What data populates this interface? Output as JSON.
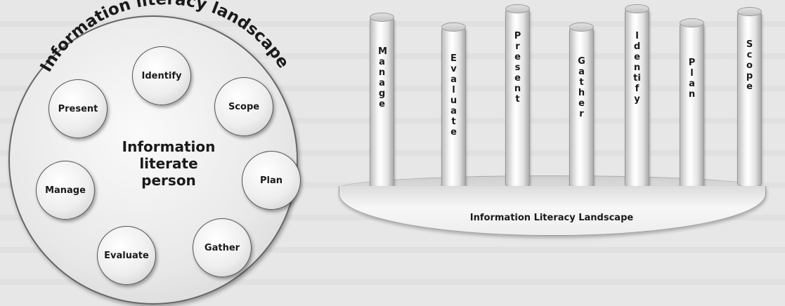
{
  "left_diagram": {
    "arc_title": "Information literacy landscape",
    "center_text": [
      "Information",
      "literate",
      "person"
    ],
    "stages": [
      "Identify",
      "Scope",
      "Plan",
      "Gather",
      "Evaluate",
      "Manage",
      "Present"
    ]
  },
  "right_diagram": {
    "base_label": "Information Literacy Landscape",
    "pillars": [
      "Manage",
      "Evaluate",
      "Present",
      "Gather",
      "Identify",
      "Plan",
      "Scope"
    ]
  }
}
